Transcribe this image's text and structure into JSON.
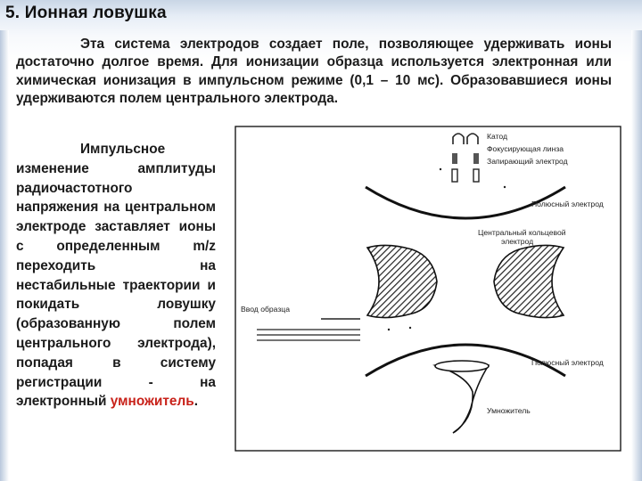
{
  "title": "5. Ионная ловушка",
  "paragraph1": "Эта система электродов создает поле, позволяющее удерживать ионы достаточно долгое время. Для ионизации образца используется электронная или химическая ионизация в импульсном режиме (0,1 – 10 мс). Образовавшиеся ионы удерживаются полем центрального электрода.",
  "paragraph2_main": "Импульсное изменение амплитуды радиочастотного напряжения на центральном электроде заставляет ионы с определенным m/z переходить на нестабильные траектории и покидать ловушку (образованную полем центрального электрода), попадая в систему регистрации - на электронный",
  "paragraph2_highlight": "умножитель",
  "paragraph2_end": ".",
  "diagram": {
    "labels": {
      "cathode": "Катод",
      "focusing_lens": "Фокусирующая линза",
      "gate_electrode": "Запирающий электрод",
      "end_cap_top": "Полюсный электрод",
      "ring_line1": "Центральный кольцевой",
      "ring_line2": "электрод",
      "sample_inlet": "Ввод образца",
      "end_cap_bottom": "Полюсный электрод",
      "multiplier": "Умножитель"
    }
  },
  "colors": {
    "highlight": "#c8221a",
    "text": "#1b1b1b"
  }
}
